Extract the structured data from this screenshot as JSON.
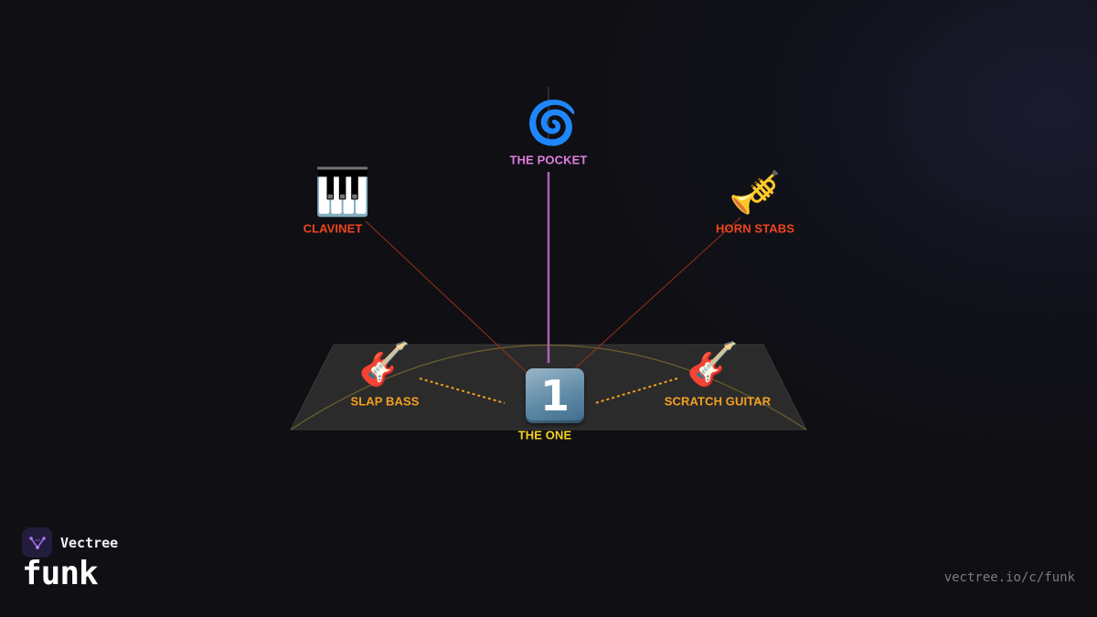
{
  "nodes": {
    "pocket": {
      "label": "THE POCKET",
      "icon": "🌀",
      "icon_name": "spiral-icon",
      "color": "#e07de0"
    },
    "clavinet": {
      "label": "CLAVINET",
      "icon": "🎹",
      "icon_name": "piano-keys-icon",
      "color": "#f0441c"
    },
    "horns": {
      "label": "HORN STABS",
      "icon": "🎺",
      "icon_name": "trumpet-icon",
      "color": "#f0441c"
    },
    "bass": {
      "label": "SLAP BASS",
      "icon": "🎸",
      "icon_name": "guitar-icon",
      "color": "#f5a020"
    },
    "scratch": {
      "label": "SCRATCH GUITAR",
      "icon": "🎸",
      "icon_name": "guitar-icon",
      "color": "#f5a020"
    },
    "one": {
      "label": "THE ONE",
      "icon": "1",
      "icon_name": "keycap-one-icon",
      "color": "#f5d020"
    }
  },
  "colors": {
    "background": "#0f0f14",
    "platform": "#2b2b2b",
    "pocket_line": "#b060b0",
    "spoke_line": "#a8341a",
    "dotted_line": "#f0a020",
    "arc": "#7a6a30"
  },
  "brand": {
    "name": "Vectree",
    "logo_icon": "vectree-logo-icon",
    "topic": "funk",
    "url": "vectree.io/c/funk"
  }
}
